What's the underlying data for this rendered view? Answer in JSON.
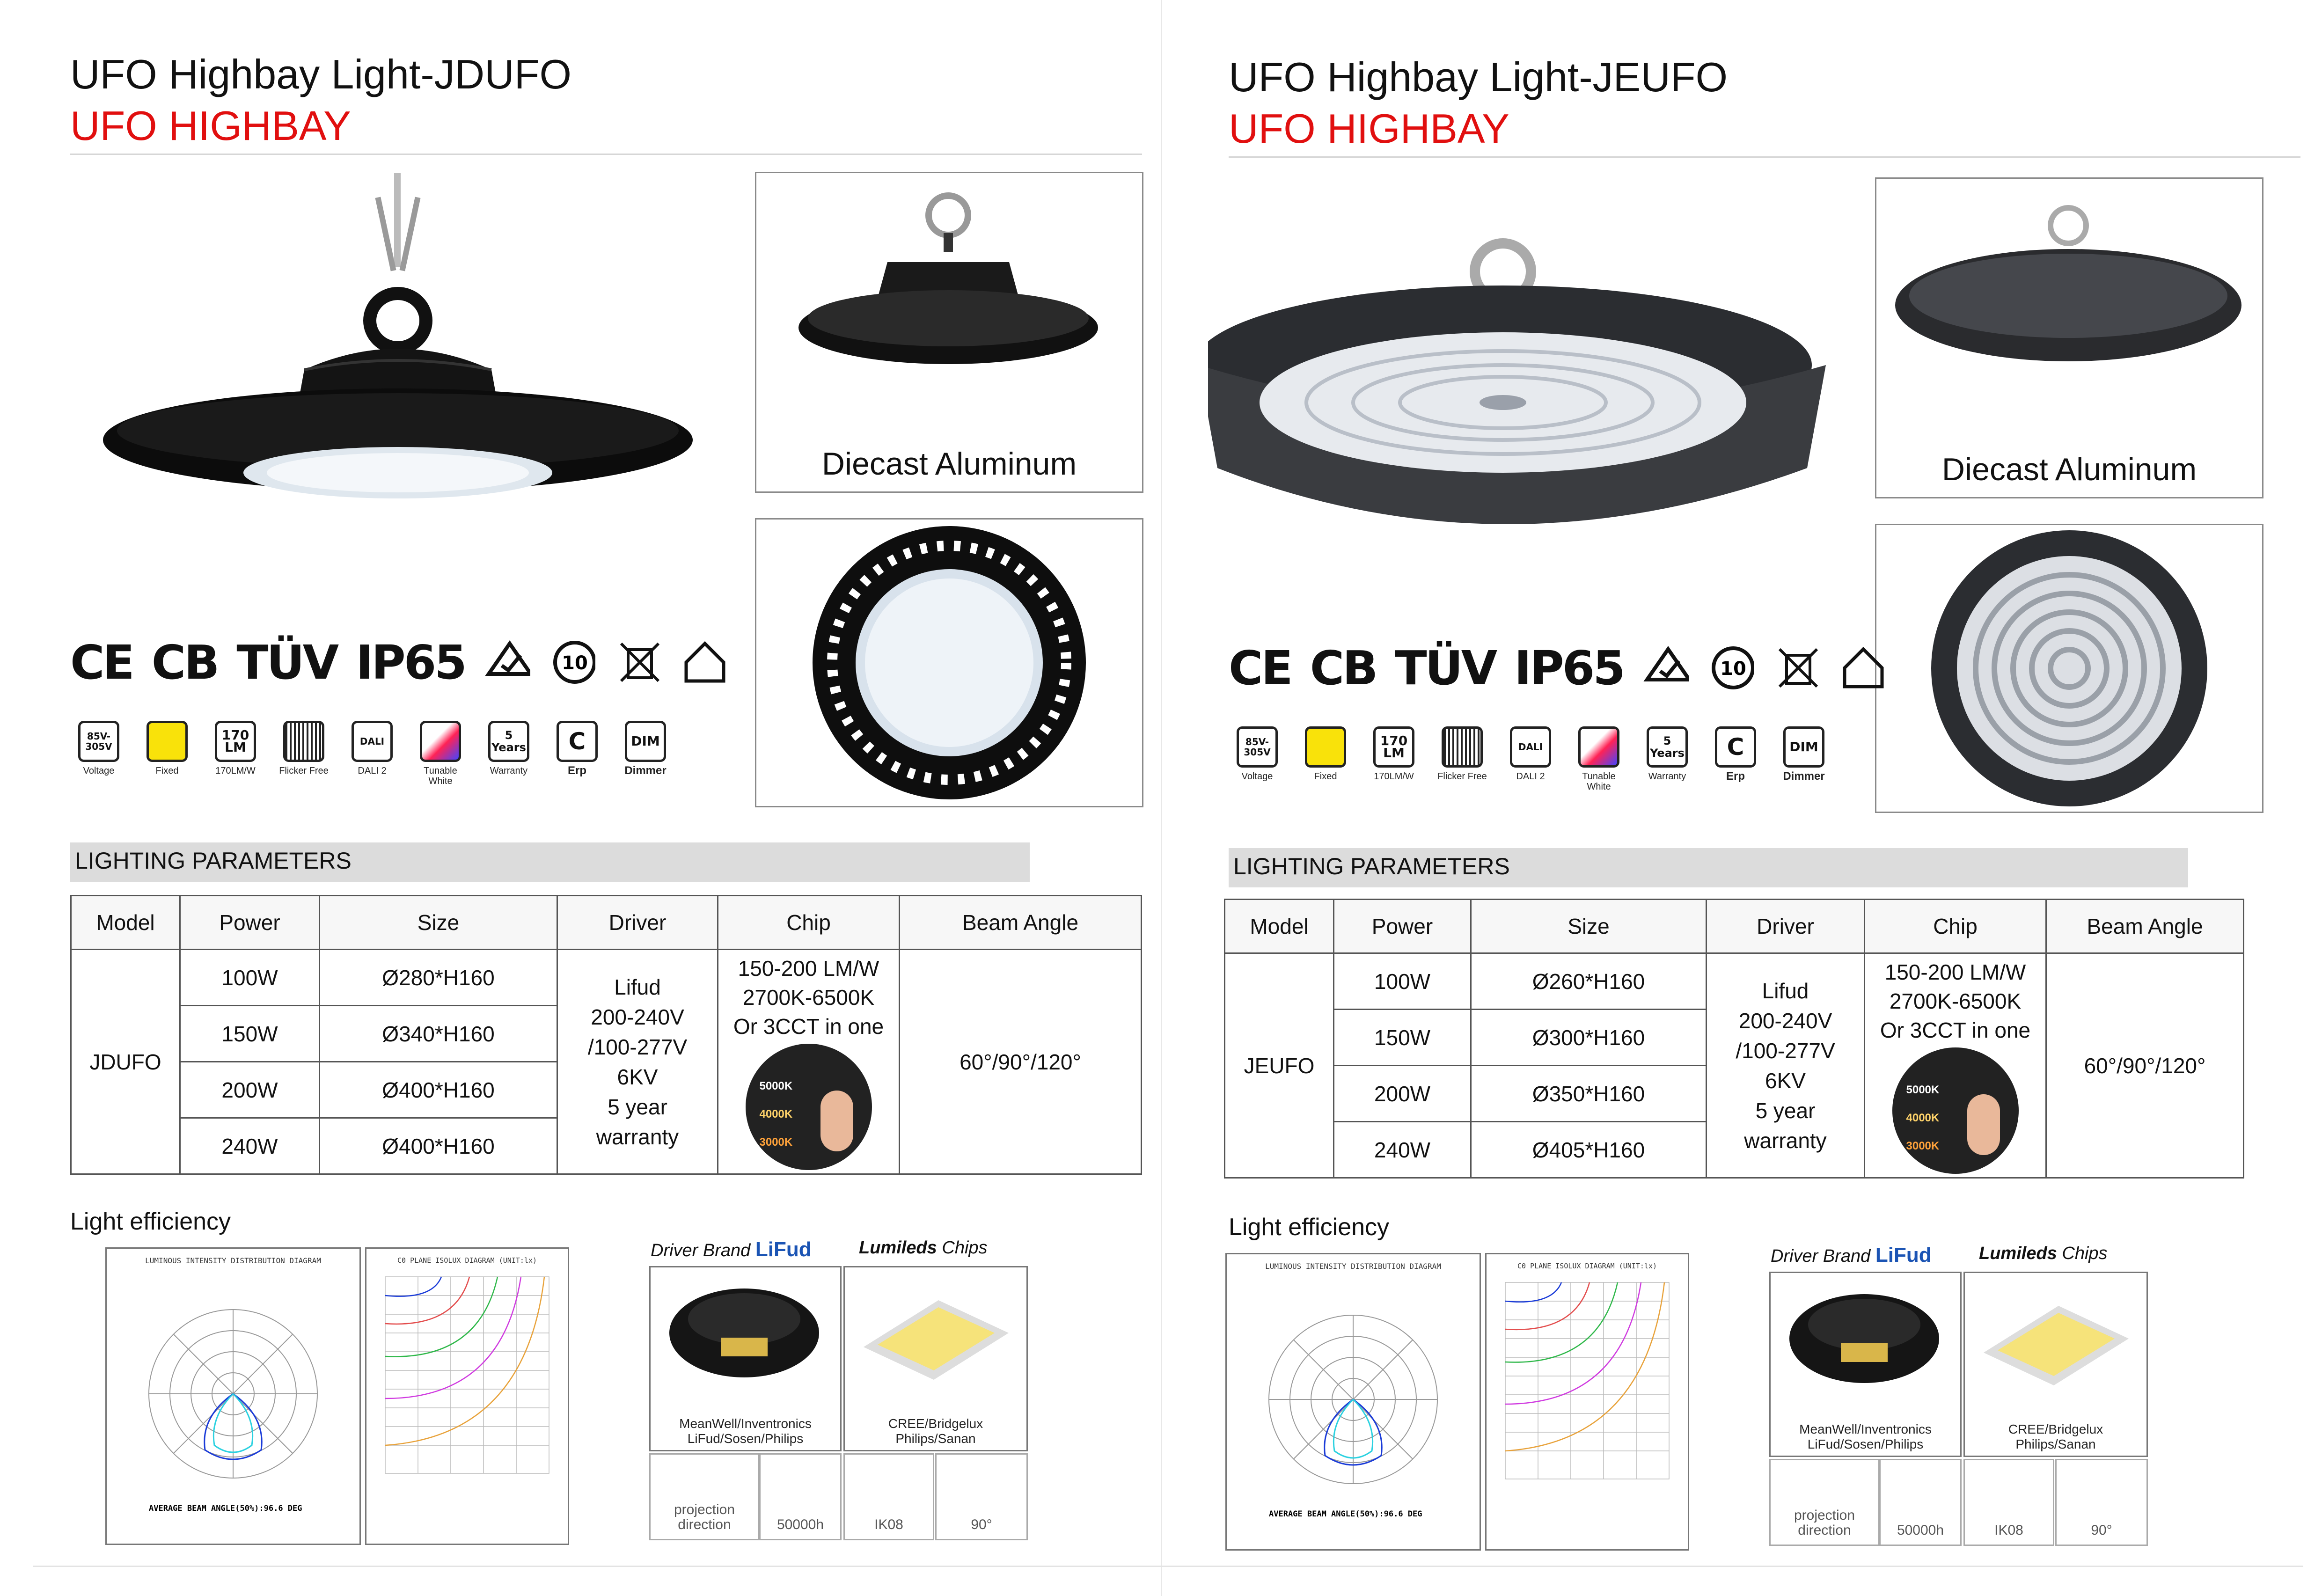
{
  "pages": [
    {
      "title": "UFO Highbay Light-JDUFO",
      "subtitle": "UFO HIGHBAY",
      "material_caption": "Diecast  Aluminum",
      "certifications": [
        "CE",
        "CB",
        "TÜV",
        "IP65"
      ],
      "cert_icons": [
        "rcm-icon",
        "10-year-icon",
        "weee-bin-icon",
        "indoor-house-icon"
      ],
      "features": [
        {
          "icon": "85V-\n305V",
          "label": "Voltage"
        },
        {
          "icon": "",
          "label": "Fixed"
        },
        {
          "icon": "170\nLM",
          "label": "170LM/W"
        },
        {
          "icon": "",
          "label": "Flicker Free"
        },
        {
          "icon": "DALI",
          "label": "DALI 2"
        },
        {
          "icon": "",
          "label": "Tunable White"
        },
        {
          "icon": "5\nYears",
          "label": "Warranty"
        },
        {
          "icon": "C",
          "label": "Erp"
        },
        {
          "icon": "DIM",
          "label": "Dimmer"
        }
      ],
      "params_heading": "LIGHTING PARAMETERS",
      "table": {
        "headers": [
          "Model",
          "Power",
          "Size",
          "Driver",
          "Chip",
          "Beam Angle"
        ],
        "model": "JDUFO",
        "rows": [
          {
            "power": "100W",
            "size": "Ø280*H160"
          },
          {
            "power": "150W",
            "size": "Ø340*H160"
          },
          {
            "power": "200W",
            "size": "Ø400*H160"
          },
          {
            "power": "240W",
            "size": "Ø400*H160"
          }
        ],
        "driver": [
          "Lifud",
          "200-240V",
          "/100-277V",
          "6KV",
          "5 year",
          "warranty"
        ],
        "chip": [
          "150-200 LM/W",
          "2700K-6500K",
          "Or 3CCT in one"
        ],
        "cct": [
          "5000K",
          "4000K",
          "3000K"
        ],
        "beam_angle": "60°/90°/120°"
      },
      "efficiency_label": "Light efficiency",
      "luminous_title": "LUMINOUS INTENSITY DISTRIBUTION DIAGRAM",
      "isolux_title": "C0 PLANE ISOLUX DIAGRAM (UNIT:lx)",
      "beam_note": "AVERAGE BEAM ANGLE(50%):96.6 DEG",
      "driver_brand_label": "Driver Brand",
      "driver_brand_name": "LiFud",
      "driver_caption": "MeanWell/Inventronics\nLiFud/Sosen/Philips",
      "chips_brand": "Lumileds",
      "chips_label": "Chips",
      "chips_caption": "CREE/Bridgelux\nPhilips/Sanan",
      "minis": [
        "projection\ndirection",
        "50000h",
        "IK08",
        "90°"
      ]
    },
    {
      "title": "UFO Highbay Light-JEUFO",
      "subtitle": "UFO HIGHBAY",
      "material_caption": "Diecast  Aluminum",
      "certifications": [
        "CE",
        "CB",
        "TÜV",
        "IP65"
      ],
      "cert_icons": [
        "rcm-icon",
        "10-year-icon",
        "weee-bin-icon",
        "indoor-house-icon"
      ],
      "features": [
        {
          "icon": "85V-\n305V",
          "label": "Voltage"
        },
        {
          "icon": "",
          "label": "Fixed"
        },
        {
          "icon": "170\nLM",
          "label": "170LM/W"
        },
        {
          "icon": "",
          "label": "Flicker Free"
        },
        {
          "icon": "DALI",
          "label": "DALI 2"
        },
        {
          "icon": "",
          "label": "Tunable White"
        },
        {
          "icon": "5\nYears",
          "label": "Warranty"
        },
        {
          "icon": "C",
          "label": "Erp"
        },
        {
          "icon": "DIM",
          "label": "Dimmer"
        }
      ],
      "params_heading": "LIGHTING PARAMETERS",
      "table": {
        "headers": [
          "Model",
          "Power",
          "Size",
          "Driver",
          "Chip",
          "Beam Angle"
        ],
        "model": "JEUFO",
        "rows": [
          {
            "power": "100W",
            "size": "Ø260*H160"
          },
          {
            "power": "150W",
            "size": "Ø300*H160"
          },
          {
            "power": "200W",
            "size": "Ø350*H160"
          },
          {
            "power": "240W",
            "size": "Ø405*H160"
          }
        ],
        "driver": [
          "Lifud",
          "200-240V",
          "/100-277V",
          "6KV",
          "5 year",
          "warranty"
        ],
        "chip": [
          "150-200 LM/W",
          "2700K-6500K",
          "Or 3CCT in one"
        ],
        "cct": [
          "5000K",
          "4000K",
          "3000K"
        ],
        "beam_angle": "60°/90°/120°"
      },
      "efficiency_label": "Light efficiency",
      "luminous_title": "LUMINOUS INTENSITY DISTRIBUTION DIAGRAM",
      "isolux_title": "C0 PLANE ISOLUX DIAGRAM (UNIT:lx)",
      "beam_note": "AVERAGE BEAM ANGLE(50%):96.6 DEG",
      "driver_brand_label": "Driver Brand",
      "driver_brand_name": "LiFud",
      "driver_caption": "MeanWell/Inventronics\nLiFud/Sosen/Philips",
      "chips_brand": "Lumileds",
      "chips_label": "Chips",
      "chips_caption": "CREE/Bridgelux\nPhilips/Sanan",
      "minis": [
        "projection\ndirection",
        "50000h",
        "IK08",
        "90°"
      ]
    }
  ],
  "colors": {
    "accent_red": "#e10f0f",
    "bar_gray": "#dcdcdc",
    "lifud_blue": "#1b54b4"
  }
}
